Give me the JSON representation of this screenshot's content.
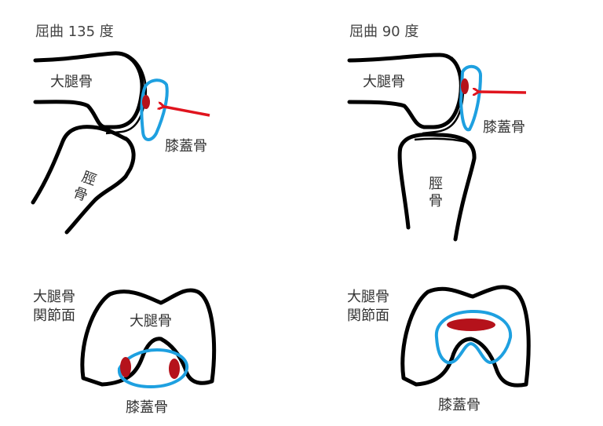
{
  "panels": {
    "flexion135": {
      "title": "屈曲 135 度",
      "femur": "大腿骨",
      "patella": "膝蓋骨",
      "tibia_1": "脛",
      "tibia_2": "骨"
    },
    "flexion90": {
      "title": "屈曲 90 度",
      "femur": "大腿骨",
      "patella": "膝蓋骨",
      "tibia_1": "脛",
      "tibia_2": "骨"
    },
    "surface_left": {
      "side_1": "大腿骨",
      "side_2": "関節面",
      "femur": "大腿骨",
      "patella": "膝蓋骨"
    },
    "surface_right": {
      "side_1": "大腿骨",
      "side_2": "関節面",
      "patella": "膝蓋骨"
    }
  },
  "colors": {
    "bone": "#000000",
    "patella": "#1ea0e0",
    "contact": "#b5121b",
    "arrow": "#e0141e"
  }
}
